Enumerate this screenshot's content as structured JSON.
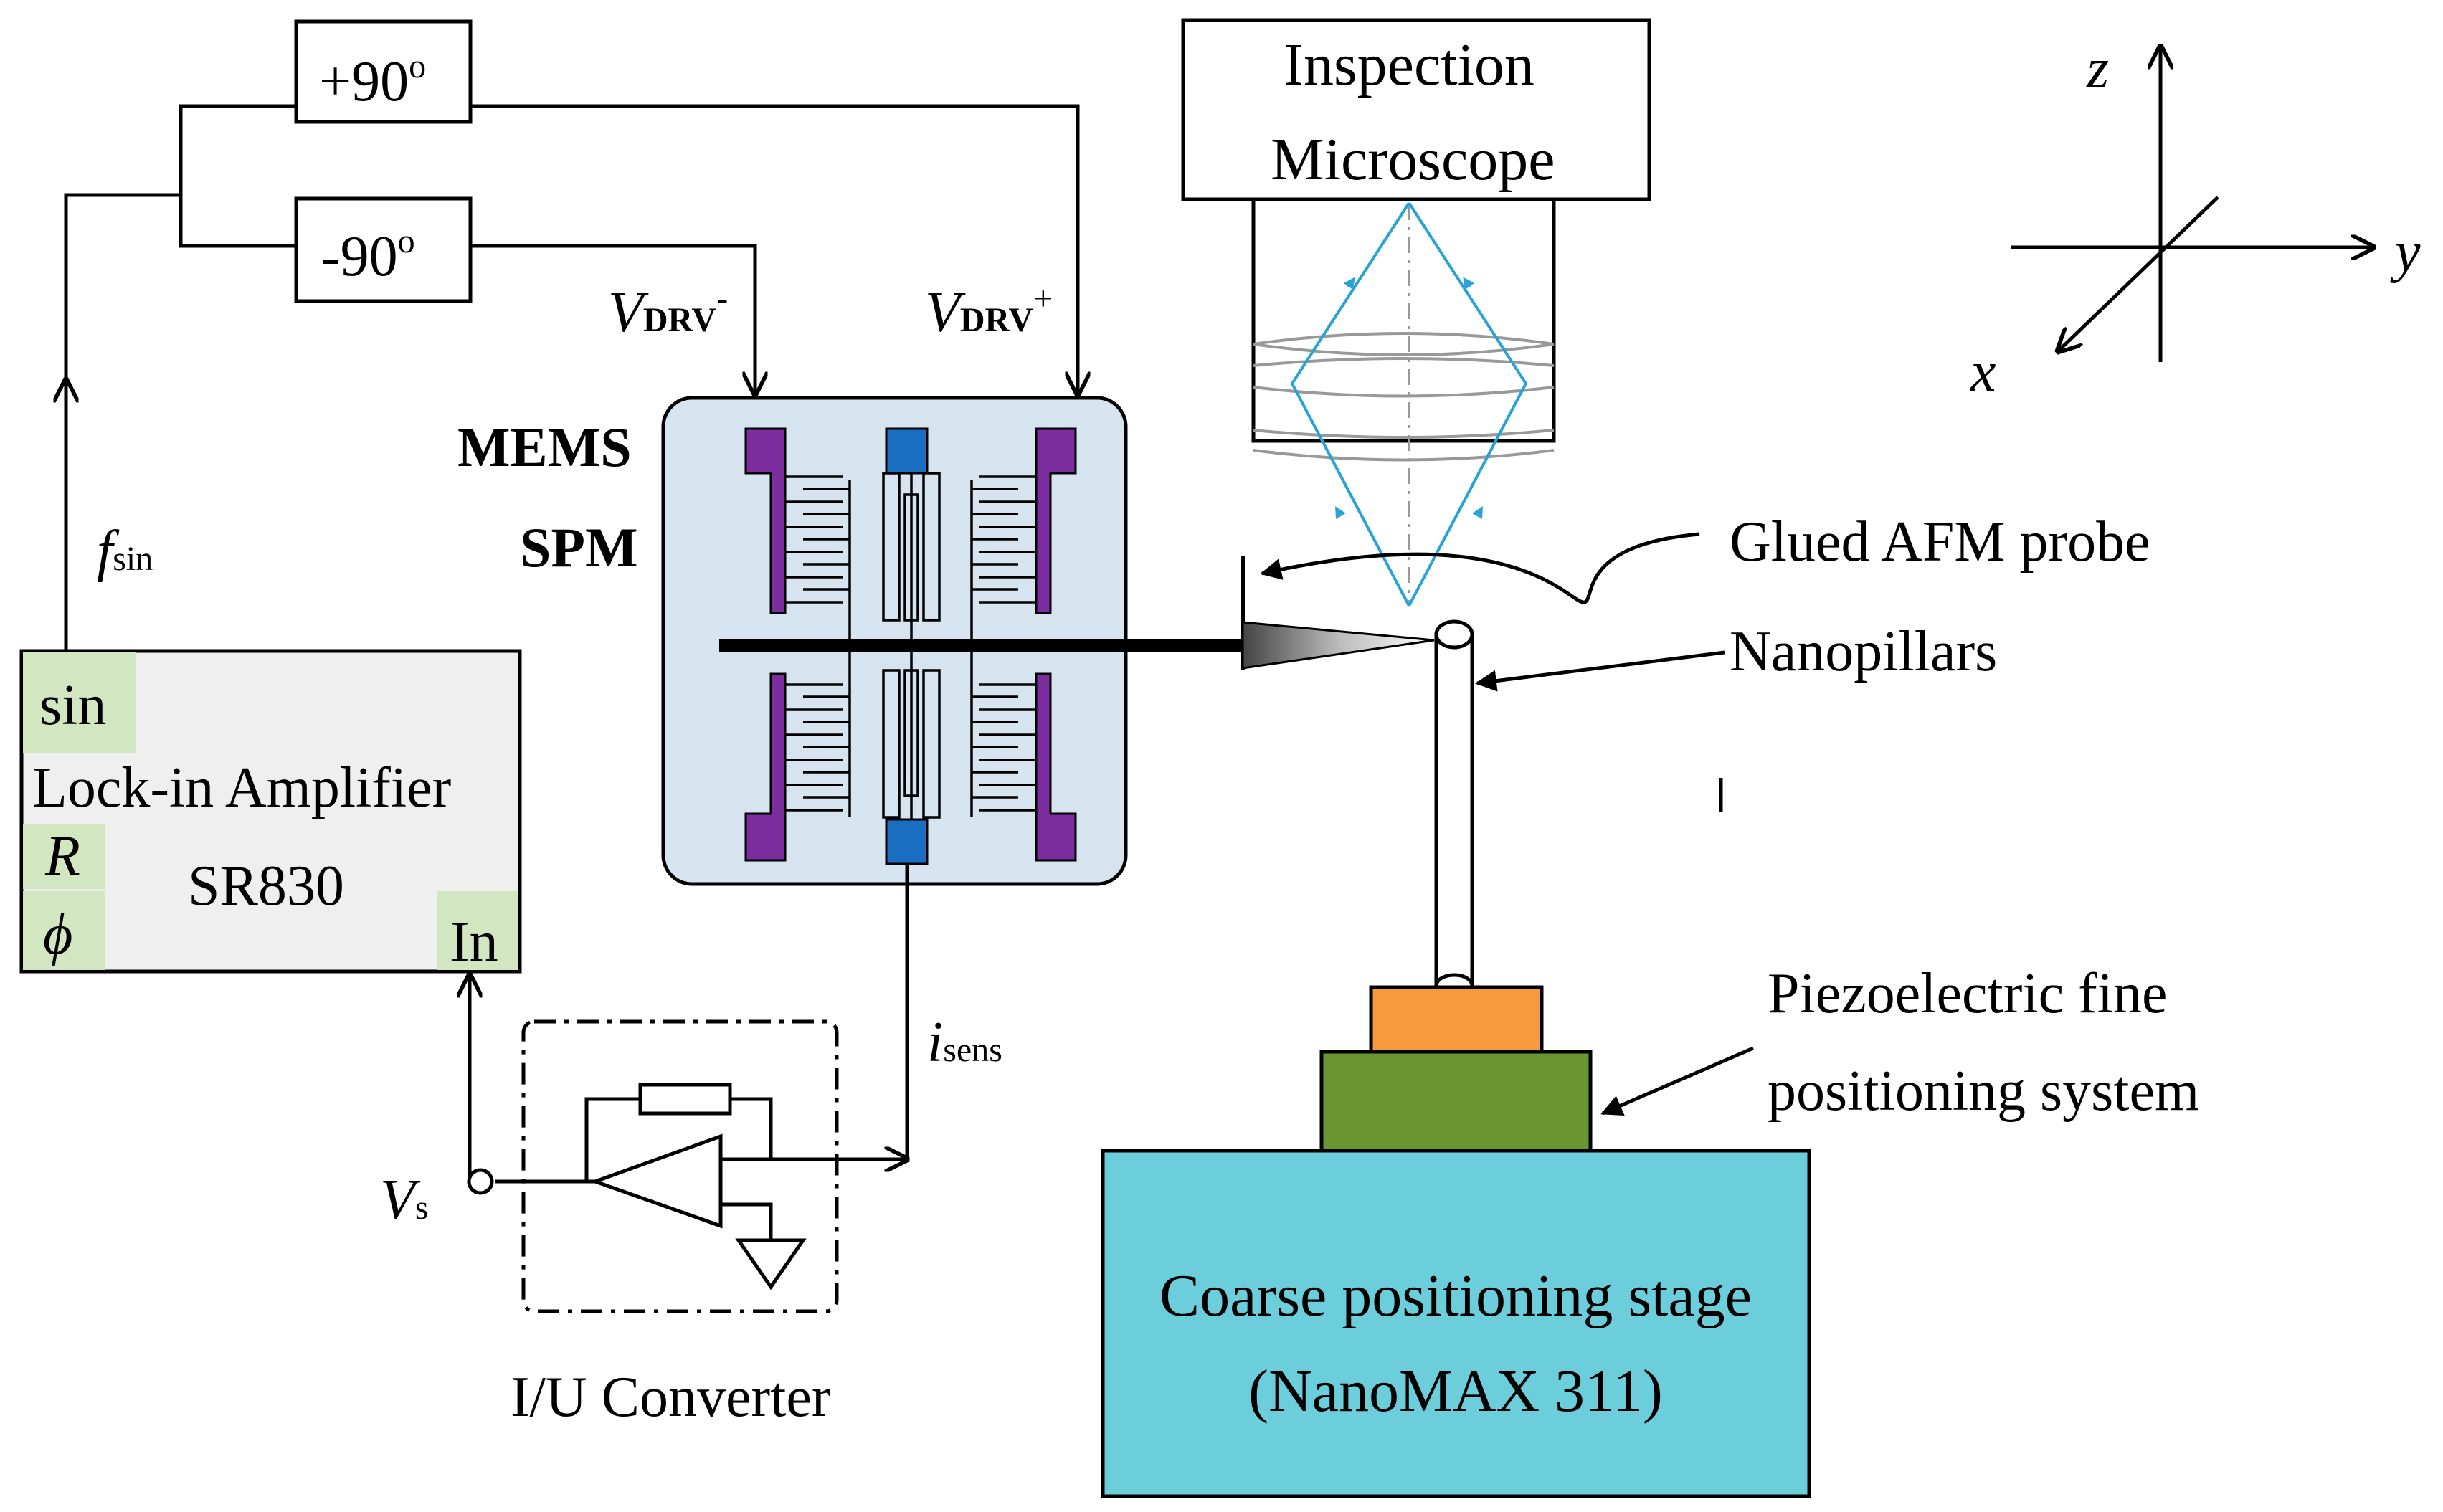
{
  "phase_blocks": {
    "plus90": "+90",
    "minus90": "-90",
    "degree": "o"
  },
  "drive": {
    "v_main": "V",
    "v_minus_sub": "DRV",
    "v_minus_sup": "-",
    "v_plus_sub": "DRV",
    "v_plus_sup": "+"
  },
  "mems": {
    "line1": "MEMS",
    "line2": "SPM"
  },
  "lockin": {
    "sin_port": "sin",
    "title": "Lock-in Amplifier",
    "r_port": "R",
    "model": "SR830",
    "phi_port": "ϕ",
    "in_port": "In"
  },
  "signals": {
    "fsin_main": "f",
    "fsin_sub": "sin",
    "isens_main": "i",
    "isens_sub": "sens",
    "vs_main": "V",
    "vs_sub": "s"
  },
  "converter": {
    "label": "I/U Converter"
  },
  "microscope": {
    "line1": "Inspection",
    "line2": "Microscope"
  },
  "labels": {
    "probe": "Glued AFM probe",
    "nanopillars": "Nanopillars",
    "piezo_line1": "Piezoelectric fine",
    "piezo_line2": "positioning system"
  },
  "stage": {
    "line1": "Coarse positioning stage",
    "line2": "(NanoMAX 311)"
  },
  "axes": {
    "z": "z",
    "y": "y",
    "x": "x"
  },
  "colors": {
    "mems_body": "#d6e4f0",
    "electrode": "#7b2d9e",
    "pad": "#1a6fc2",
    "lockin_body": "#efefef",
    "port": "#d3e6c2",
    "optics": "#29a3d6",
    "piezo_top": "#f79a3e",
    "piezo": "#6a9632",
    "stage": "#6ccddb"
  }
}
